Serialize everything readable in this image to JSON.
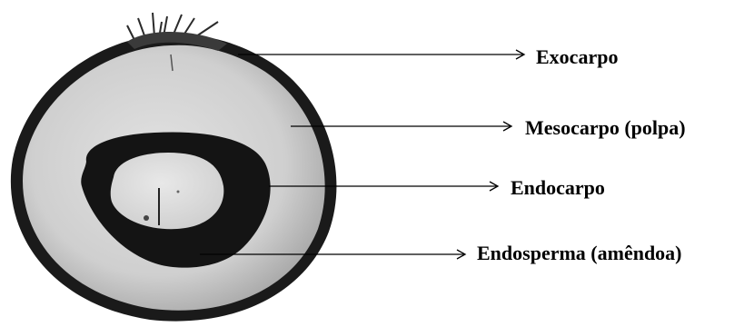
{
  "labels": {
    "exocarpo": "Exocarpo",
    "mesocarpo": "Mesocarpo (polpa)",
    "endocarpo": "Endocarpo",
    "endosperma": "Endosperma (amêndoa)"
  },
  "colors": {
    "background": "#ffffff",
    "exocarp": "#1a1a1a",
    "mesocarp": "#d4d4d4",
    "endocarp": "#141414",
    "endosperm": "#e0e0e0",
    "leader_line": "#000000",
    "text": "#000000"
  }
}
